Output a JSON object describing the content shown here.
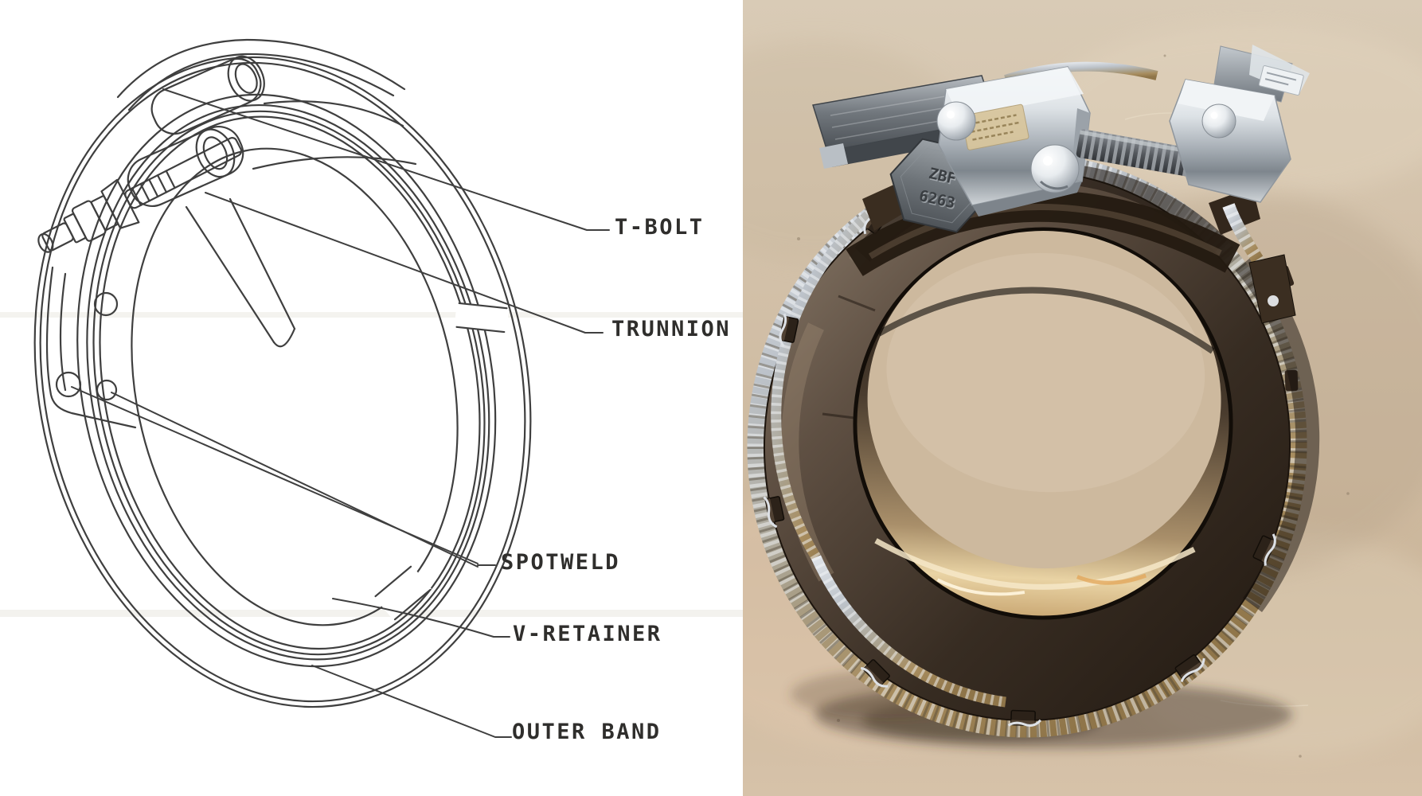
{
  "figure": {
    "left_panel": {
      "background": "#ffffff",
      "ink_color": "#3f3f3f",
      "labels": [
        {
          "id": "t-bolt",
          "text": "T-BOLT"
        },
        {
          "id": "trunnion",
          "text": "TRUNNION"
        },
        {
          "id": "spotweld",
          "text": "SPOTWELD"
        },
        {
          "id": "v-retainer",
          "text": "V-RETAINER"
        },
        {
          "id": "outer-band",
          "text": "OUTER BAND"
        }
      ]
    },
    "right_panel": {
      "surface_color": "#d0bda4",
      "band_color": "#4c3d2f",
      "chrome_color": "#e9edf0",
      "cable_silver": "#c9ced5",
      "cable_brass": "#a98c5c",
      "hex_stamp": {
        "line1": "ZBF",
        "line2": "6263"
      }
    }
  }
}
